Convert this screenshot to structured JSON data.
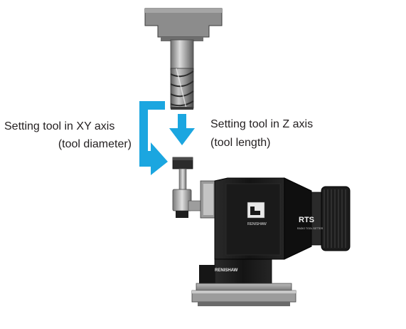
{
  "labels": {
    "xy_line1": "Setting tool in XY axis",
    "xy_line2": "(tool diameter)",
    "z_line1": "Setting tool in Z axis",
    "z_line2": "(tool length)"
  },
  "device": {
    "brand_side": "RENISHAW",
    "brand_base": "RENISHAW",
    "model": "RTS",
    "model_subtext": "RADIO TOOL SETTER"
  },
  "colors": {
    "arrow": "#1ba6e0",
    "body_dark": "#1c1c1c",
    "metal": "#8a8a8a"
  },
  "icons": {
    "xy_arrow": "l-shaped-arrow-icon",
    "z_arrow": "down-arrow-icon"
  }
}
